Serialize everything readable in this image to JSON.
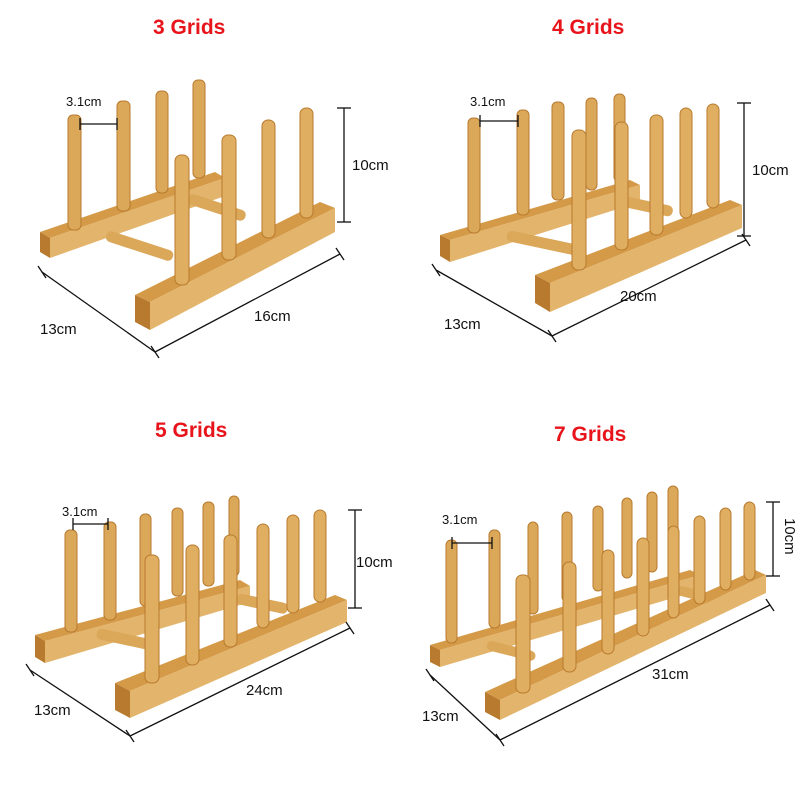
{
  "panels": [
    {
      "title": "3 Grids",
      "spacing": "3.1cm",
      "height": "10cm",
      "depth": "13cm",
      "length": "16cm",
      "pegs_per_row": 4
    },
    {
      "title": "4 Grids",
      "spacing": "3.1cm",
      "height": "10cm",
      "depth": "13cm",
      "length": "20cm",
      "pegs_per_row": 5
    },
    {
      "title": "5 Grids",
      "spacing": "3.1cm",
      "height": "10cm",
      "depth": "13cm",
      "length": "24cm",
      "pegs_per_row": 6
    },
    {
      "title": "7 Grids",
      "spacing": "3.1cm",
      "height": "10cm",
      "depth": "13cm",
      "length": "31cm",
      "pegs_per_row": 8
    }
  ],
  "colors": {
    "title": "#e8141b",
    "wood_light": "#e3b46b",
    "wood_mid": "#d49a48",
    "wood_dark": "#b87a2e",
    "line": "#111111"
  }
}
